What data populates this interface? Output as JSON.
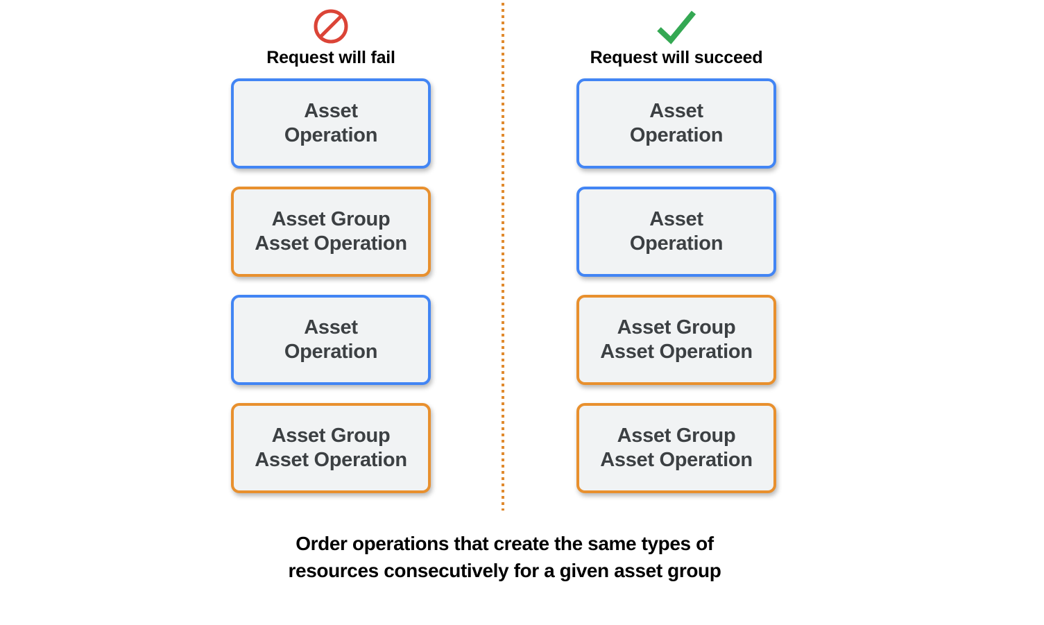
{
  "colors": {
    "box_fill": "#F1F3F4",
    "blue_border": "#4285F4",
    "orange_border": "#E8902E",
    "fail_icon": "#DB4437",
    "success_icon": "#34A853",
    "divider": "#E08A2E",
    "box_text": "#3C4043",
    "heading_text": "#000000",
    "background": "#FFFFFF"
  },
  "columns": [
    {
      "id": "fail",
      "icon": "prohibition-icon",
      "icon_color": "#DB4437",
      "header": "Request will fail",
      "boxes": [
        {
          "label": "Asset\nOperation",
          "type": "asset",
          "border": "blue"
        },
        {
          "label": "Asset Group\nAsset Operation",
          "type": "asset-group",
          "border": "orange"
        },
        {
          "label": "Asset\nOperation",
          "type": "asset",
          "border": "blue"
        },
        {
          "label": "Asset Group\nAsset Operation",
          "type": "asset-group",
          "border": "orange"
        }
      ]
    },
    {
      "id": "succeed",
      "icon": "checkmark-icon",
      "icon_color": "#34A853",
      "header": "Request will succeed",
      "boxes": [
        {
          "label": "Asset\nOperation",
          "type": "asset",
          "border": "blue"
        },
        {
          "label": "Asset\nOperation",
          "type": "asset",
          "border": "blue"
        },
        {
          "label": "Asset Group\nAsset Operation",
          "type": "asset-group",
          "border": "orange"
        },
        {
          "label": "Asset Group\nAsset Operation",
          "type": "asset-group",
          "border": "orange"
        }
      ]
    }
  ],
  "caption": "Order operations that create the same types of\nresources consecutively for a given asset group"
}
